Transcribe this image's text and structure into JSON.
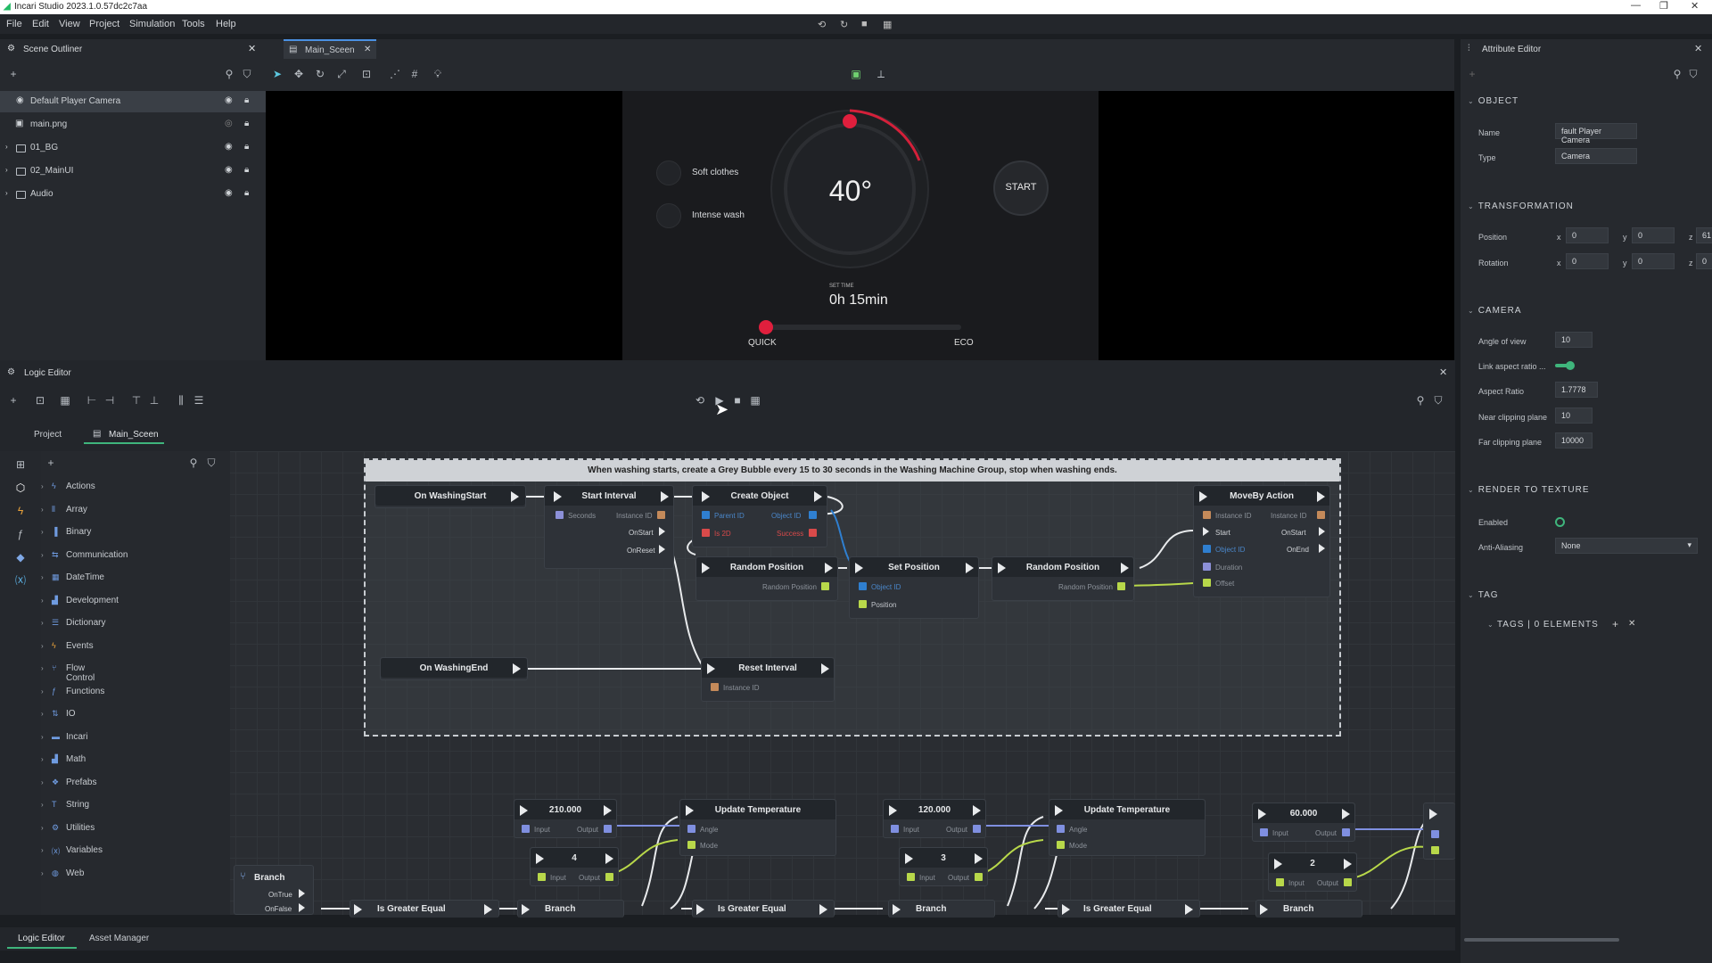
{
  "window": {
    "title": "Incari Studio 2023.1.0.57dc2c7aa"
  },
  "menu": [
    "File",
    "Edit",
    "View",
    "Project",
    "Simulation",
    "Tools",
    "Help"
  ],
  "outliner": {
    "title": "Scene Outliner",
    "items": [
      {
        "label": "Default Player Camera",
        "type": "camera",
        "expanded": false
      },
      {
        "label": "main.png",
        "type": "image"
      },
      {
        "label": "01_BG",
        "type": "folder"
      },
      {
        "label": "02_MainUI",
        "type": "folder"
      },
      {
        "label": "Audio",
        "type": "folder"
      }
    ]
  },
  "scene_tab": {
    "label": "Main_Sceen"
  },
  "washer": {
    "opt1": "Soft clothes",
    "opt2": "Intense wash",
    "temp": "40°",
    "start": "START",
    "settime_label": "SET TIME",
    "settime": "0h 15min",
    "quick": "QUICK",
    "eco": "ECO",
    "accent": "#d4203a"
  },
  "logic": {
    "title": "Logic Editor",
    "tabs": [
      "Project",
      "Main_Sceen"
    ],
    "categories": [
      "Actions",
      "Array",
      "Binary",
      "Communication",
      "DateTime",
      "Development",
      "Dictionary",
      "Events",
      "Flow Control",
      "Functions",
      "IO",
      "Incari",
      "Math",
      "Prefabs",
      "String",
      "Utilities",
      "Variables",
      "Web"
    ],
    "comment": "When washing starts, create a Grey Bubble every 15 to 30 seconds in the Washing Machine Group, stop when washing ends.",
    "nodes": {
      "on_start": "On WashingStart",
      "start_interval": {
        "title": "Start Interval",
        "seconds": "Seconds",
        "instance": "Instance ID",
        "onstart": "OnStart",
        "onreset": "OnReset"
      },
      "create_object": {
        "title": "Create Object",
        "parent": "Parent ID",
        "object": "Object ID",
        "is2d": "Is 2D",
        "success": "Success"
      },
      "random_pos1": {
        "title": "Random Position",
        "out": "Random Position"
      },
      "set_position": {
        "title": "Set Position",
        "object": "Object ID",
        "position": "Position"
      },
      "random_pos2": {
        "title": "Random Position",
        "out": "Random Position"
      },
      "moveby": {
        "title": "MoveBy Action",
        "instance_in": "Instance ID",
        "instance_out": "Instance ID",
        "start": "Start",
        "onstart": "OnStart",
        "object": "Object ID",
        "onend": "OnEnd",
        "duration": "Duration",
        "offset": "Offset"
      },
      "on_end": "On WashingEnd",
      "reset_interval": {
        "title": "Reset Interval",
        "instance": "Instance ID"
      },
      "v1": "210.000",
      "v2": "4",
      "v3": "120.000",
      "v4": "3",
      "v5": "60.000",
      "v6": "2",
      "input": "Input",
      "output": "Output",
      "update_temp": "Update Temperature",
      "angle": "Angle",
      "mode": "Mode",
      "branch": "Branch",
      "ontrue": "OnTrue",
      "onfalse": "OnFalse",
      "is_greater": "Is Greater Equal"
    }
  },
  "bottom_tabs": [
    "Logic Editor",
    "Asset Manager"
  ],
  "attr": {
    "title": "Attribute Editor",
    "object": {
      "header": "OBJECT",
      "name_label": "Name",
      "name": "fault Player Camera",
      "type_label": "Type",
      "type": "Camera"
    },
    "transform": {
      "header": "TRANSFORMATION",
      "position": "Position",
      "rotation": "Rotation",
      "px": "0",
      "py": "0",
      "pz": "61",
      "rx": "0",
      "ry": "0",
      "rz": "0"
    },
    "camera": {
      "header": "CAMERA",
      "aov_label": "Angle of view",
      "aov": "10",
      "link_label": "Link aspect ratio ...",
      "aspect_label": "Aspect Ratio",
      "aspect": "1.7778",
      "near_label": "Near clipping plane",
      "near": "10",
      "far_label": "Far clipping plane",
      "far": "10000"
    },
    "rtt": {
      "header": "RENDER TO TEXTURE",
      "enabled_label": "Enabled",
      "aa_label": "Anti-Aliasing",
      "aa": "None"
    },
    "tag": {
      "header": "TAG",
      "tags": "TAGS | 0 ELEMENTS"
    }
  }
}
